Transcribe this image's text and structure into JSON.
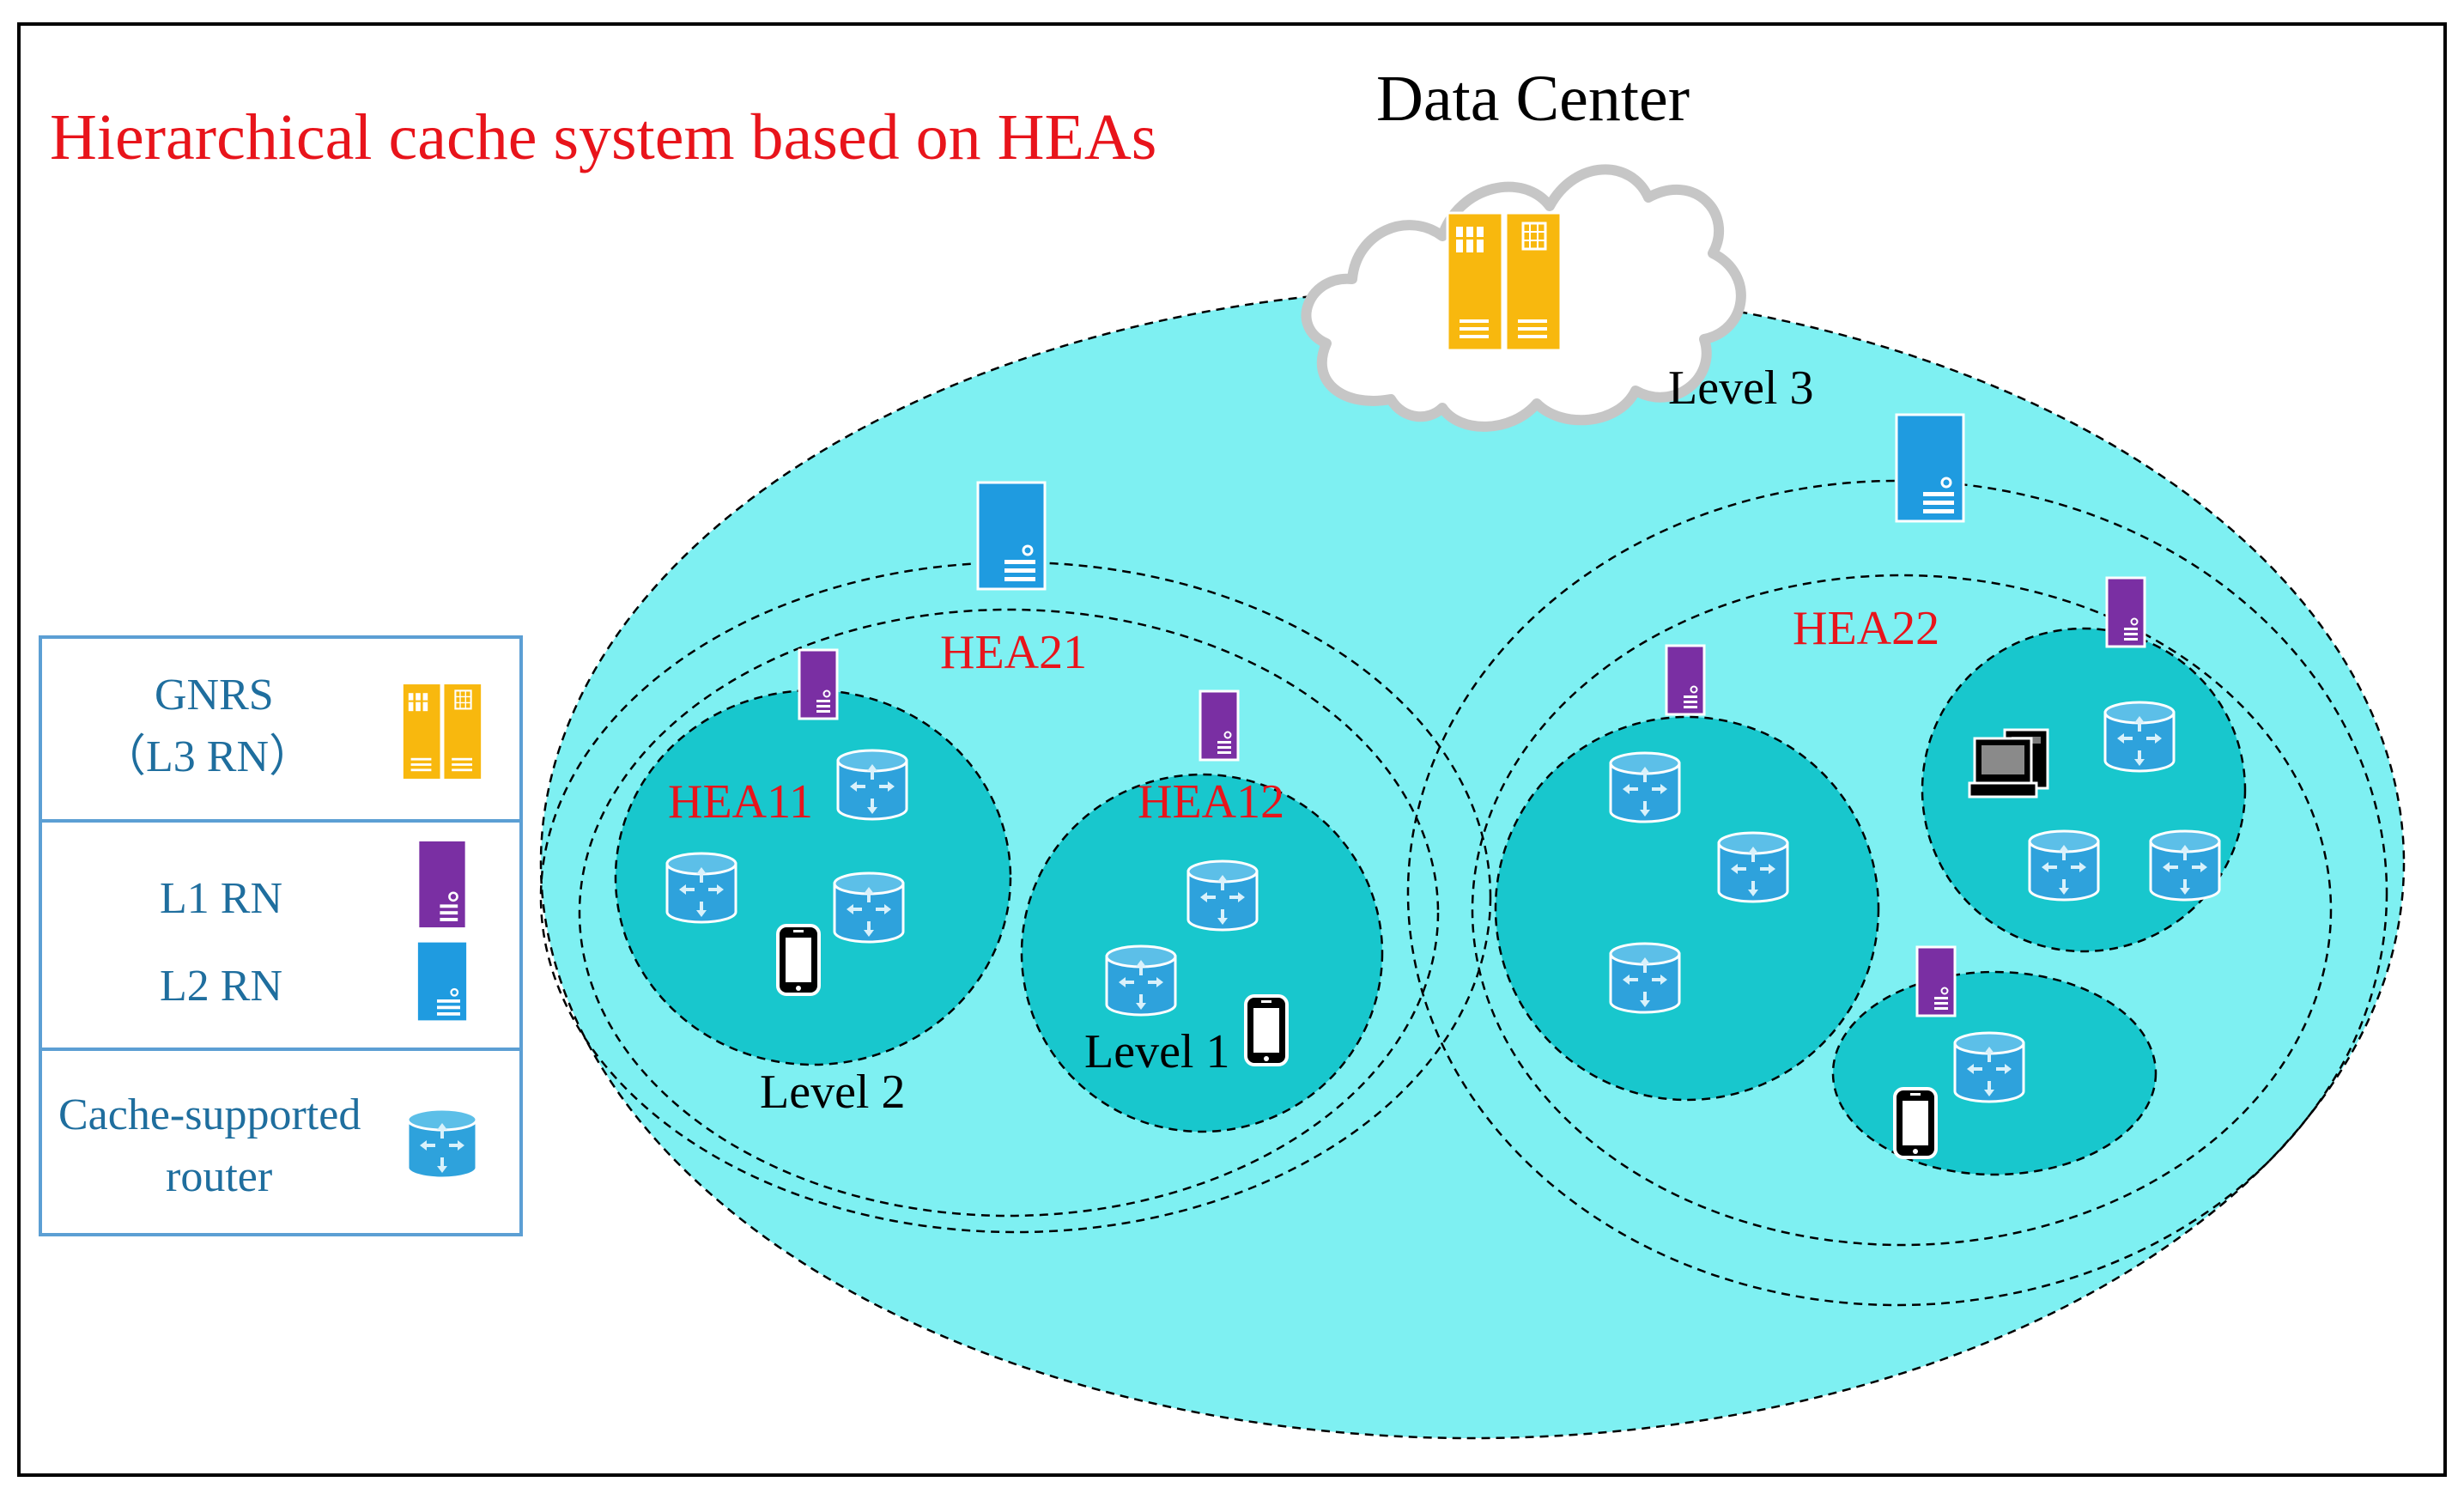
{
  "title": "Hierarchical cache system based on HEAs",
  "data_center": "Data Center",
  "levels": {
    "level1": "Level 1",
    "level2": "Level 2",
    "level3": "Level 3"
  },
  "heas": {
    "hea11": "HEA11",
    "hea12": "HEA12",
    "hea21": "HEA21",
    "hea22": "HEA22"
  },
  "legend": {
    "gnrs_line1": "GNRS",
    "gnrs_line2": "（L3 RN）",
    "l1rn": "L1 RN",
    "l2rn": "L2 RN",
    "router_line1": "Cache-supported",
    "router_line2": "router"
  },
  "colors": {
    "title": "#e8141b",
    "level3_fill": "#7ef0f2",
    "level1_fill": "#18c7cd",
    "l1_rn": "#7a2fa3",
    "l2_rn": "#1f9be0",
    "gnrs": "#f8b80e",
    "router": "#2ea2dc",
    "legend_border": "#5c9fd4",
    "legend_text": "#1f6e9e"
  },
  "icons": [
    "server-rack-icon",
    "l1-rn-server-icon",
    "l2-rn-server-icon",
    "router-icon",
    "phone-icon",
    "desktop-computer-icon",
    "cloud-icon"
  ]
}
